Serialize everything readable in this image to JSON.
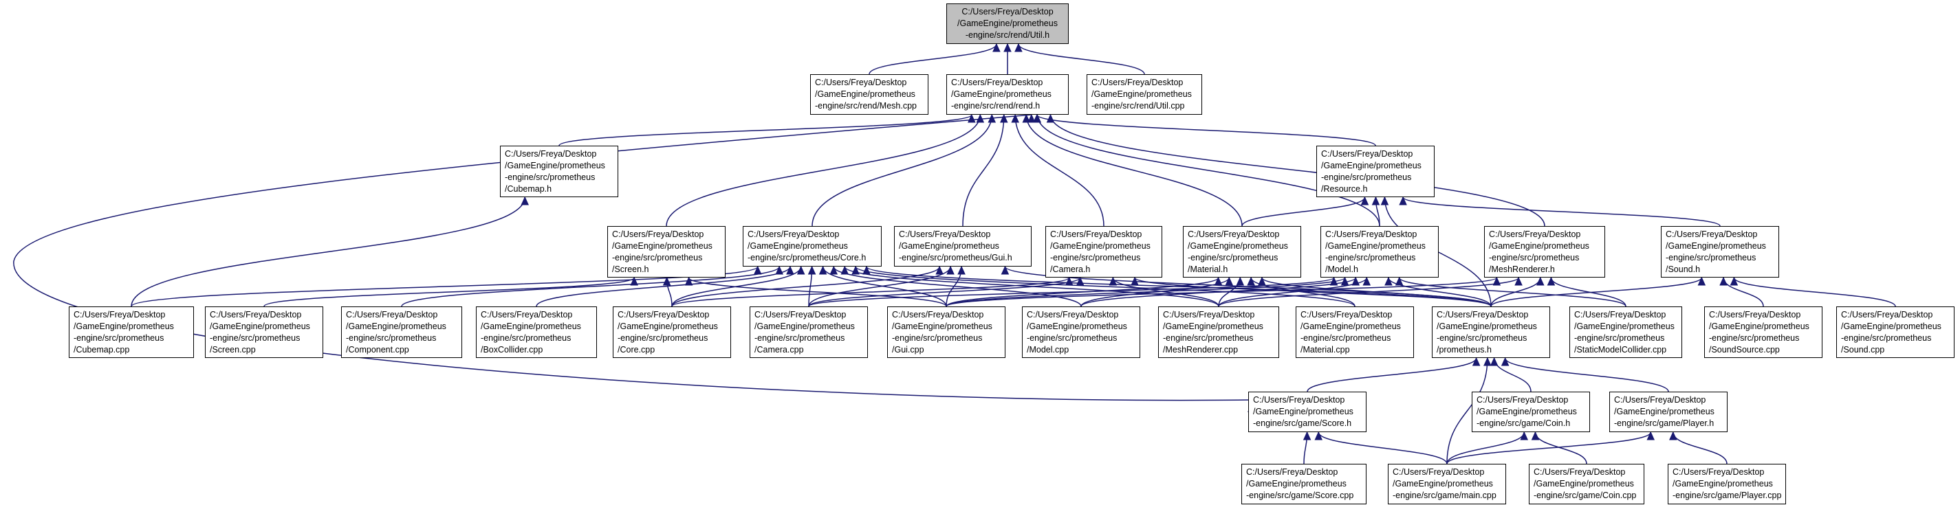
{
  "graph": {
    "edge_color": "#191970",
    "root_fill": "#bfbfbf",
    "nodes": [
      {
        "id": "util_h",
        "lines": [
          "C:/Users/Freya/Desktop",
          "/GameEngine/prometheus",
          "-engine/src/rend/Util.h"
        ]
      },
      {
        "id": "mesh_cpp",
        "lines": [
          "C:/Users/Freya/Desktop",
          "/GameEngine/prometheus",
          "-engine/src/rend/Mesh.cpp"
        ]
      },
      {
        "id": "rend_h",
        "lines": [
          "C:/Users/Freya/Desktop",
          "/GameEngine/prometheus",
          "-engine/src/rend/rend.h"
        ]
      },
      {
        "id": "util_cpp",
        "lines": [
          "C:/Users/Freya/Desktop",
          "/GameEngine/prometheus",
          "-engine/src/rend/Util.cpp"
        ]
      },
      {
        "id": "cubemap_h",
        "lines": [
          "C:/Users/Freya/Desktop",
          "/GameEngine/prometheus",
          "-engine/src/prometheus",
          "/Cubemap.h"
        ]
      },
      {
        "id": "resource_h",
        "lines": [
          "C:/Users/Freya/Desktop",
          "/GameEngine/prometheus",
          "-engine/src/prometheus",
          "/Resource.h"
        ]
      },
      {
        "id": "screen_h",
        "lines": [
          "C:/Users/Freya/Desktop",
          "/GameEngine/prometheus",
          "-engine/src/prometheus",
          "/Screen.h"
        ]
      },
      {
        "id": "core_h",
        "lines": [
          "C:/Users/Freya/Desktop",
          "/GameEngine/prometheus",
          "-engine/src/prometheus/Core.h"
        ]
      },
      {
        "id": "gui_h",
        "lines": [
          "C:/Users/Freya/Desktop",
          "/GameEngine/prometheus",
          "-engine/src/prometheus/Gui.h"
        ]
      },
      {
        "id": "camera_h",
        "lines": [
          "C:/Users/Freya/Desktop",
          "/GameEngine/prometheus",
          "-engine/src/prometheus",
          "/Camera.h"
        ]
      },
      {
        "id": "material_h",
        "lines": [
          "C:/Users/Freya/Desktop",
          "/GameEngine/prometheus",
          "-engine/src/prometheus",
          "/Material.h"
        ]
      },
      {
        "id": "model_h",
        "lines": [
          "C:/Users/Freya/Desktop",
          "/GameEngine/prometheus",
          "-engine/src/prometheus",
          "/Model.h"
        ]
      },
      {
        "id": "meshrenderer_h",
        "lines": [
          "C:/Users/Freya/Desktop",
          "/GameEngine/prometheus",
          "-engine/src/prometheus",
          "/MeshRenderer.h"
        ]
      },
      {
        "id": "sound_h",
        "lines": [
          "C:/Users/Freya/Desktop",
          "/GameEngine/prometheus",
          "-engine/src/prometheus",
          "/Sound.h"
        ]
      },
      {
        "id": "cubemap_cpp",
        "lines": [
          "C:/Users/Freya/Desktop",
          "/GameEngine/prometheus",
          "-engine/src/prometheus",
          "/Cubemap.cpp"
        ]
      },
      {
        "id": "screen_cpp",
        "lines": [
          "C:/Users/Freya/Desktop",
          "/GameEngine/prometheus",
          "-engine/src/prometheus",
          "/Screen.cpp"
        ]
      },
      {
        "id": "component_cpp",
        "lines": [
          "C:/Users/Freya/Desktop",
          "/GameEngine/prometheus",
          "-engine/src/prometheus",
          "/Component.cpp"
        ]
      },
      {
        "id": "boxcollider_cpp",
        "lines": [
          "C:/Users/Freya/Desktop",
          "/GameEngine/prometheus",
          "-engine/src/prometheus",
          "/BoxCollider.cpp"
        ]
      },
      {
        "id": "core_cpp",
        "lines": [
          "C:/Users/Freya/Desktop",
          "/GameEngine/prometheus",
          "-engine/src/prometheus",
          "/Core.cpp"
        ]
      },
      {
        "id": "camera_cpp",
        "lines": [
          "C:/Users/Freya/Desktop",
          "/GameEngine/prometheus",
          "-engine/src/prometheus",
          "/Camera.cpp"
        ]
      },
      {
        "id": "gui_cpp",
        "lines": [
          "C:/Users/Freya/Desktop",
          "/GameEngine/prometheus",
          "-engine/src/prometheus",
          "/Gui.cpp"
        ]
      },
      {
        "id": "model_cpp",
        "lines": [
          "C:/Users/Freya/Desktop",
          "/GameEngine/prometheus",
          "-engine/src/prometheus",
          "/Model.cpp"
        ]
      },
      {
        "id": "meshrenderer_cpp",
        "lines": [
          "C:/Users/Freya/Desktop",
          "/GameEngine/prometheus",
          "-engine/src/prometheus",
          "/MeshRenderer.cpp"
        ]
      },
      {
        "id": "material_cpp",
        "lines": [
          "C:/Users/Freya/Desktop",
          "/GameEngine/prometheus",
          "-engine/src/prometheus",
          "/Material.cpp"
        ]
      },
      {
        "id": "prometheus_h",
        "lines": [
          "C:/Users/Freya/Desktop",
          "/GameEngine/prometheus",
          "-engine/src/prometheus",
          "/prometheus.h"
        ]
      },
      {
        "id": "staticmodelcollider_cpp",
        "lines": [
          "C:/Users/Freya/Desktop",
          "/GameEngine/prometheus",
          "-engine/src/prometheus",
          "/StaticModelCollider.cpp"
        ]
      },
      {
        "id": "soundsource_cpp",
        "lines": [
          "C:/Users/Freya/Desktop",
          "/GameEngine/prometheus",
          "-engine/src/prometheus",
          "/SoundSource.cpp"
        ]
      },
      {
        "id": "sound_cpp",
        "lines": [
          "C:/Users/Freya/Desktop",
          "/GameEngine/prometheus",
          "-engine/src/prometheus",
          "/Sound.cpp"
        ]
      },
      {
        "id": "score_h",
        "lines": [
          "C:/Users/Freya/Desktop",
          "/GameEngine/prometheus",
          "-engine/src/game/Score.h"
        ]
      },
      {
        "id": "coin_h",
        "lines": [
          "C:/Users/Freya/Desktop",
          "/GameEngine/prometheus",
          "-engine/src/game/Coin.h"
        ]
      },
      {
        "id": "player_h",
        "lines": [
          "C:/Users/Freya/Desktop",
          "/GameEngine/prometheus",
          "-engine/src/game/Player.h"
        ]
      },
      {
        "id": "score_cpp",
        "lines": [
          "C:/Users/Freya/Desktop",
          "/GameEngine/prometheus",
          "-engine/src/game/Score.cpp"
        ]
      },
      {
        "id": "main_cpp",
        "lines": [
          "C:/Users/Freya/Desktop",
          "/GameEngine/prometheus",
          "-engine/src/game/main.cpp"
        ]
      },
      {
        "id": "coin_cpp",
        "lines": [
          "C:/Users/Freya/Desktop",
          "/GameEngine/prometheus",
          "-engine/src/game/Coin.cpp"
        ]
      },
      {
        "id": "player_cpp",
        "lines": [
          "C:/Users/Freya/Desktop",
          "/GameEngine/prometheus",
          "-engine/src/game/Player.cpp"
        ]
      }
    ],
    "edges": [
      [
        "util_h",
        "mesh_cpp"
      ],
      [
        "util_h",
        "rend_h"
      ],
      [
        "util_h",
        "util_cpp"
      ],
      [
        "rend_h",
        "cubemap_h"
      ],
      [
        "rend_h",
        "resource_h"
      ],
      [
        "rend_h",
        "screen_h"
      ],
      [
        "rend_h",
        "core_h"
      ],
      [
        "rend_h",
        "gui_h"
      ],
      [
        "rend_h",
        "camera_h"
      ],
      [
        "rend_h",
        "material_h"
      ],
      [
        "rend_h",
        "model_h"
      ],
      [
        "rend_h",
        "meshrenderer_h"
      ],
      [
        "rend_h",
        "score_h"
      ],
      [
        "resource_h",
        "material_h"
      ],
      [
        "resource_h",
        "model_h"
      ],
      [
        "resource_h",
        "sound_h"
      ],
      [
        "resource_h",
        "prometheus_h"
      ],
      [
        "cubemap_h",
        "cubemap_cpp"
      ],
      [
        "screen_h",
        "screen_cpp"
      ],
      [
        "screen_h",
        "core_cpp"
      ],
      [
        "screen_h",
        "gui_cpp"
      ],
      [
        "core_h",
        "cubemap_cpp"
      ],
      [
        "core_h",
        "component_cpp"
      ],
      [
        "core_h",
        "boxcollider_cpp"
      ],
      [
        "core_h",
        "core_cpp"
      ],
      [
        "core_h",
        "camera_cpp"
      ],
      [
        "core_h",
        "gui_cpp"
      ],
      [
        "core_h",
        "model_cpp"
      ],
      [
        "core_h",
        "meshrenderer_cpp"
      ],
      [
        "core_h",
        "material_cpp"
      ],
      [
        "core_h",
        "prometheus_h"
      ],
      [
        "gui_h",
        "gui_cpp"
      ],
      [
        "gui_h",
        "core_cpp"
      ],
      [
        "gui_h",
        "camera_cpp"
      ],
      [
        "gui_h",
        "prometheus_h"
      ],
      [
        "camera_h",
        "core_cpp"
      ],
      [
        "camera_h",
        "camera_cpp"
      ],
      [
        "camera_h",
        "meshrenderer_cpp"
      ],
      [
        "camera_h",
        "prometheus_h"
      ],
      [
        "material_h",
        "material_cpp"
      ],
      [
        "material_h",
        "meshrenderer_cpp"
      ],
      [
        "material_h",
        "model_cpp"
      ],
      [
        "material_h",
        "gui_cpp"
      ],
      [
        "material_h",
        "prometheus_h"
      ],
      [
        "model_h",
        "model_cpp"
      ],
      [
        "model_h",
        "meshrenderer_cpp"
      ],
      [
        "model_h",
        "staticmodelcollider_cpp"
      ],
      [
        "model_h",
        "gui_cpp"
      ],
      [
        "model_h",
        "camera_cpp"
      ],
      [
        "model_h",
        "prometheus_h"
      ],
      [
        "meshrenderer_h",
        "meshrenderer_cpp"
      ],
      [
        "meshrenderer_h",
        "staticmodelcollider_cpp"
      ],
      [
        "meshrenderer_h",
        "prometheus_h"
      ],
      [
        "meshrenderer_h",
        "gui_cpp"
      ],
      [
        "sound_h",
        "prometheus_h"
      ],
      [
        "sound_h",
        "soundsource_cpp"
      ],
      [
        "sound_h",
        "sound_cpp"
      ],
      [
        "prometheus_h",
        "score_h"
      ],
      [
        "prometheus_h",
        "coin_h"
      ],
      [
        "prometheus_h",
        "player_h"
      ],
      [
        "prometheus_h",
        "main_cpp"
      ],
      [
        "score_h",
        "score_cpp"
      ],
      [
        "score_h",
        "main_cpp"
      ],
      [
        "coin_h",
        "coin_cpp"
      ],
      [
        "coin_h",
        "main_cpp"
      ],
      [
        "player_h",
        "player_cpp"
      ],
      [
        "player_h",
        "main_cpp"
      ]
    ]
  }
}
